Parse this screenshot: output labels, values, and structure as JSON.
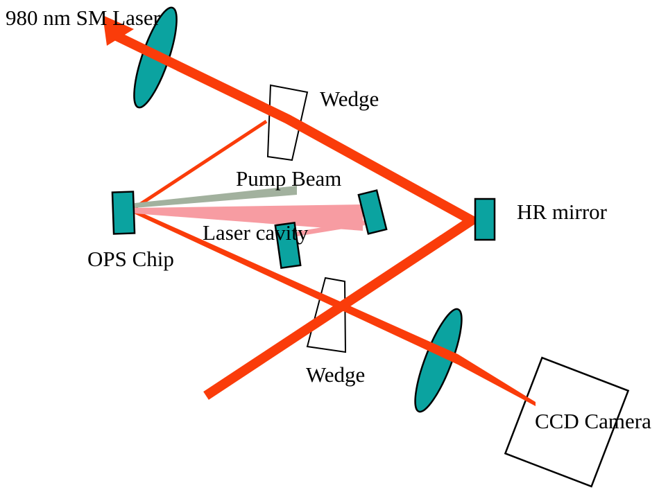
{
  "diagram": {
    "type": "optical-setup-schematic",
    "labels": {
      "laser_source": "980 nm SM Laser",
      "wedge_top": "Wedge",
      "pump_beam": "Pump Beam",
      "laser_cavity": "Laser cavity",
      "ops_chip": "OPS Chip",
      "hr_mirror": "HR mirror",
      "wedge_bottom": "Wedge",
      "ccd_camera": "CCD Camera"
    },
    "components": [
      "980 nm SM pump laser (red beam with arrowhead)",
      "focusing lens (top)",
      "pick-off wedge (top)",
      "OPS chip",
      "pump beam (gray-green)",
      "laser cavity beams (pink)",
      "cavity fold mirror",
      "cavity end mirror",
      "HR mirror",
      "pick-off wedge (bottom)",
      "imaging lens (bottom)",
      "CCD camera"
    ]
  },
  "colors": {
    "beam_red": "#fa3c0a",
    "optic_teal": "#0ba3a0",
    "pump_gray_green": "#a2b19e",
    "cavity_pink": "#f79ca2",
    "outline_black": "#000000",
    "background": "#ffffff",
    "text": "#000000"
  }
}
